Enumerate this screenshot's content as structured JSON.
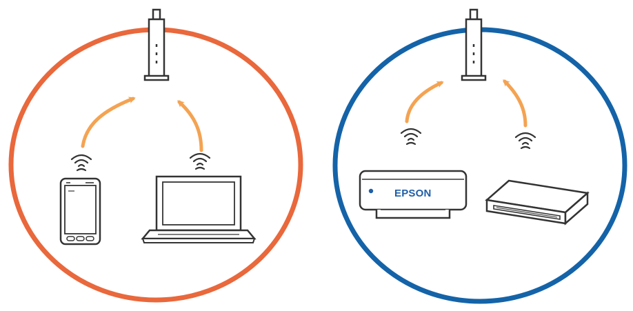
{
  "colors": {
    "network_a_ring": "#e9683c",
    "network_b_ring": "#1463a8",
    "signal_arrow": "#f4a352",
    "device_outline": "#333333",
    "brand_text": "#1e5ea8",
    "background": "#ffffff"
  },
  "networks": [
    {
      "ring_color_key": "network_a_ring",
      "access_point_icon": "router-icon",
      "devices": [
        {
          "icon": "smartphone-icon"
        },
        {
          "icon": "laptop-icon"
        }
      ]
    },
    {
      "ring_color_key": "network_b_ring",
      "access_point_icon": "router-icon",
      "devices": [
        {
          "icon": "printer-icon",
          "brand": "EPSON"
        },
        {
          "icon": "scanner-icon"
        }
      ]
    }
  ],
  "printer": {
    "brand": "EPSON"
  }
}
